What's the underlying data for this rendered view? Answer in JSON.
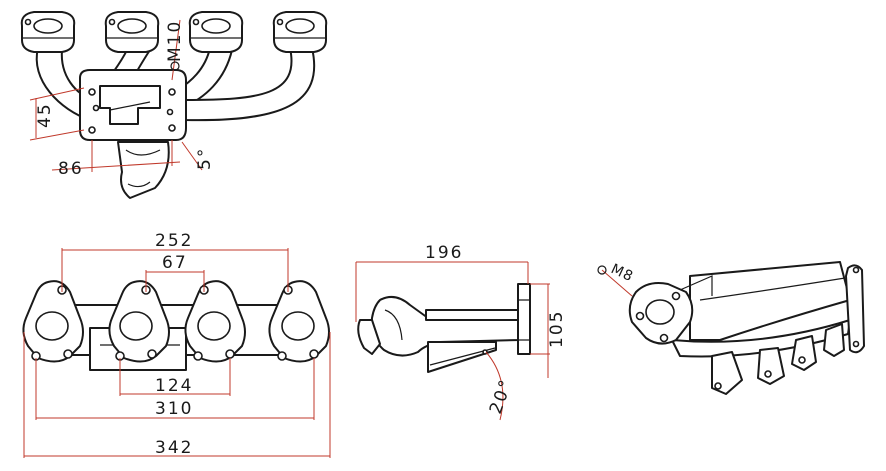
{
  "dimensions": {
    "d_252": "252",
    "d_67": "67",
    "d_124": "124",
    "d_310": "310",
    "d_342": "342",
    "d_196": "196",
    "d_105": "105",
    "d_45": "45",
    "d_86": "86",
    "angle_5": "5°",
    "angle_20": "20°",
    "bolt_m10": "M10",
    "bolt_m8": "M8"
  },
  "colors": {
    "outline": "#1a1a1a",
    "dimension_line": "#c0392b",
    "background": "#ffffff"
  }
}
